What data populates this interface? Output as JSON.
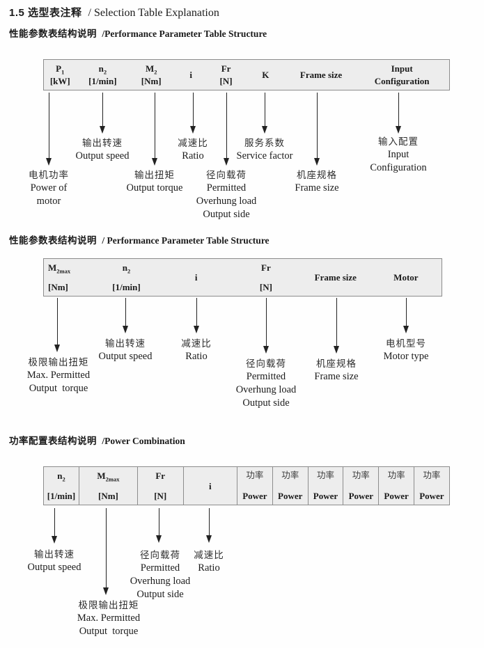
{
  "title": {
    "zh": "1.5 选型表注释",
    "en": "/ Selection Table Explanation"
  },
  "colors": {
    "band_bg": "#ededed",
    "band_border": "#8c8c8c",
    "ink": "#1b1b1b"
  },
  "sections": [
    {
      "heading": {
        "zh": "性能参数表结构说明",
        "en": "/Performance Parameter Table Structure"
      },
      "columns": [
        {
          "sym": "P",
          "sub": "1",
          "unit": "[kW]"
        },
        {
          "sym": "n",
          "sub": "2",
          "unit": "[1/min]"
        },
        {
          "sym": "M",
          "sub": "2",
          "unit": "[Nm]"
        },
        {
          "sym": "i"
        },
        {
          "sym": "Fr",
          "unit": "[N]"
        },
        {
          "sym": "K"
        },
        {
          "sym": "Frame size"
        },
        {
          "sym": "Input",
          "unit": "Configuration"
        }
      ],
      "callouts": [
        {
          "lines": [
            "电机功率",
            "Power of",
            "motor"
          ]
        },
        {
          "lines": [
            "输出转速",
            "Output speed"
          ]
        },
        {
          "lines": [
            "输出扭矩",
            "Output torque"
          ]
        },
        {
          "lines": [
            "减速比",
            "Ratio"
          ]
        },
        {
          "lines": [
            "径向载荷",
            "Permitted",
            "Overhung load",
            "Output side"
          ]
        },
        {
          "lines": [
            "服务系数",
            "Service factor"
          ]
        },
        {
          "lines": [
            "机座规格",
            "Frame size"
          ]
        },
        {
          "lines": [
            "输入配置",
            "Input",
            "Configuration"
          ]
        }
      ]
    },
    {
      "heading": {
        "zh": "性能参数表结构说明",
        "en": "/ Performance Parameter Table Structure"
      },
      "columns": [
        {
          "sym": "M",
          "sub": "2max",
          "unit": "[Nm]"
        },
        {
          "sym": "n",
          "sub": "2",
          "unit": "[1/min]"
        },
        {
          "sym": "i"
        },
        {
          "sym": "Fr",
          "unit": "[N]"
        },
        {
          "sym": "Frame size"
        },
        {
          "sym": "Motor"
        }
      ],
      "callouts": [
        {
          "lines": [
            "极限输出扭矩",
            "Max. Permitted",
            "Output  torque"
          ]
        },
        {
          "lines": [
            "输出转速",
            "Output speed"
          ]
        },
        {
          "lines": [
            "减速比",
            "Ratio"
          ]
        },
        {
          "lines": [
            "径向载荷",
            "Permitted",
            "Overhung load",
            "Output side"
          ]
        },
        {
          "lines": [
            "机座规格",
            "Frame size"
          ]
        },
        {
          "lines": [
            "电机型号",
            "Motor type"
          ]
        }
      ]
    },
    {
      "heading": {
        "zh": "功率配置表结构说明",
        "en": "/Power Combination"
      },
      "columns": [
        {
          "sym": "n",
          "sub": "2",
          "unit": "[1/min]"
        },
        {
          "sym": "M",
          "sub": "2max",
          "unit": "[Nm]"
        },
        {
          "sym": "Fr",
          "unit": "[N]"
        },
        {
          "sym": "i"
        },
        {
          "zh": "功率",
          "en": "Power"
        },
        {
          "zh": "功率",
          "en": "Power"
        },
        {
          "zh": "功率",
          "en": "Power"
        },
        {
          "zh": "功率",
          "en": "Power"
        },
        {
          "zh": "功率",
          "en": "Power"
        },
        {
          "zh": "功率",
          "en": "Power"
        }
      ],
      "callouts": [
        {
          "lines": [
            "输出转速",
            "Output speed"
          ]
        },
        {
          "lines": [
            "极限输出扭矩",
            "Max. Permitted",
            "Output  torque"
          ]
        },
        {
          "lines": [
            "径向载荷",
            "Permitted",
            "Overhung load",
            "Output side"
          ]
        },
        {
          "lines": [
            "减速比",
            "Ratio"
          ]
        }
      ]
    }
  ]
}
